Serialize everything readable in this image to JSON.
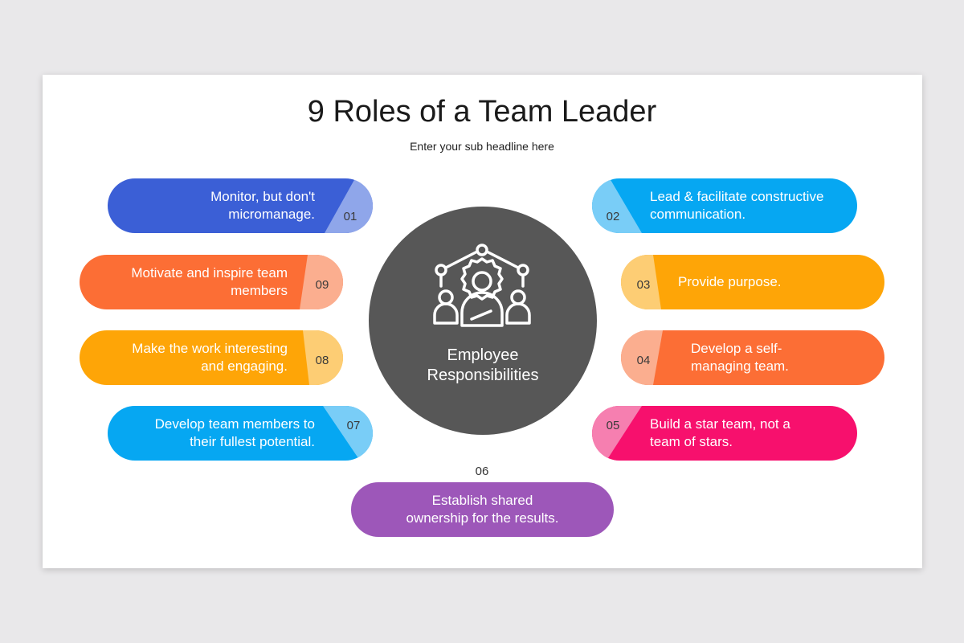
{
  "header": {
    "title": "9 Roles of a Team Leader",
    "subtitle": "Enter your sub headline here"
  },
  "center": {
    "label_line1": "Employee",
    "label_line2": "Responsibilities",
    "icon": "team-leader-network-icon",
    "color": "#575757"
  },
  "roles": [
    {
      "num": "01",
      "line1": "Monitor, but don't",
      "line2": "micromanage.",
      "color": "#3b5fd6",
      "cap_color": "#8fa6ea"
    },
    {
      "num": "02",
      "line1": "Lead & facilitate constructive",
      "line2": "communication.",
      "color": "#06a7f2",
      "cap_color": "#79cdf7"
    },
    {
      "num": "03",
      "line1": "Provide purpose.",
      "line2": "",
      "color": "#fea507",
      "cap_color": "#fdcd74"
    },
    {
      "num": "04",
      "line1": "Develop a self-",
      "line2": "managing team.",
      "color": "#fc6e35",
      "cap_color": "#fbae8f"
    },
    {
      "num": "05",
      "line1": "Build a star team, not a",
      "line2": "team of stars.",
      "color": "#f7106d",
      "cap_color": "#f67fb0"
    },
    {
      "num": "06",
      "line1": "Establish shared",
      "line2": "ownership for the results.",
      "color": "#9d57b9"
    },
    {
      "num": "07",
      "line1": "Develop team members to",
      "line2": "their fullest potential.",
      "color": "#06a7f2",
      "cap_color": "#79cdf7"
    },
    {
      "num": "08",
      "line1": "Make the work interesting",
      "line2": "and engaging.",
      "color": "#fea507",
      "cap_color": "#fdcd74"
    },
    {
      "num": "09",
      "line1": "Motivate and inspire team",
      "line2": "members",
      "color": "#fc6e35",
      "cap_color": "#fbae8f"
    }
  ]
}
